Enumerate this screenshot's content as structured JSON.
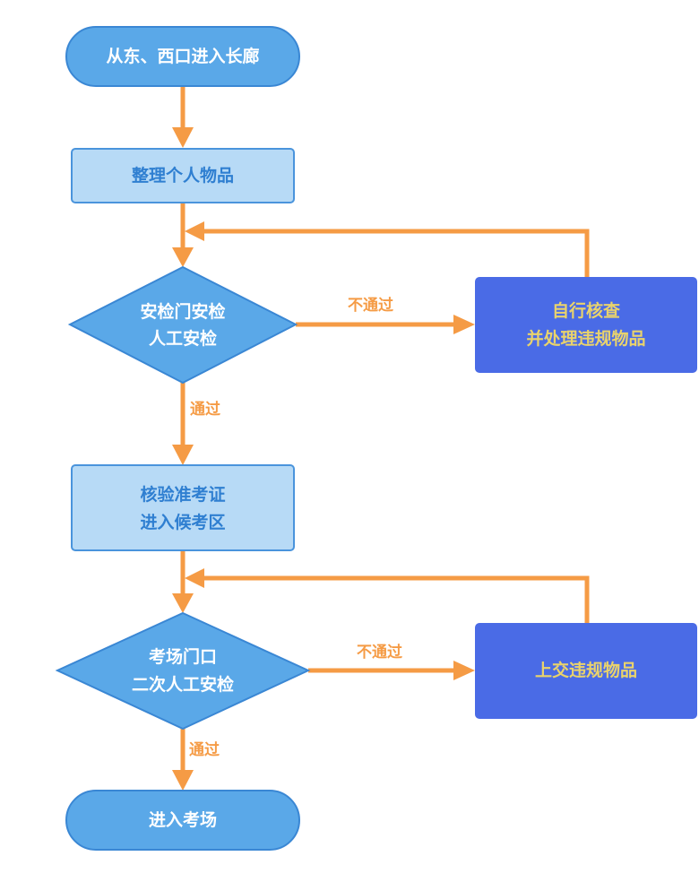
{
  "diagram": {
    "type": "flowchart",
    "colors": {
      "terminal_fill": "#5aa8e8",
      "terminal_stroke": "#3a87d4",
      "terminal_text": "#ffffff",
      "process_fill": "#b7daf6",
      "process_stroke": "#4a94dc",
      "process_text": "#2f7fd1",
      "decision_fill": "#5aa8e8",
      "decision_stroke": "#3a87d4",
      "decision_text": "#ffffff",
      "action_fill": "#4a6be6",
      "action_text": "#e9d36c",
      "arrow": "#f59b45",
      "edge_label": "#f59b45"
    },
    "nodes": [
      {
        "id": "start",
        "shape": "terminal",
        "lines": [
          "从东、西口进入长廊"
        ]
      },
      {
        "id": "organize",
        "shape": "process",
        "lines": [
          "整理个人物品"
        ]
      },
      {
        "id": "check1",
        "shape": "decision",
        "lines": [
          "安检门安检",
          "人工安检"
        ]
      },
      {
        "id": "fix1",
        "shape": "action",
        "lines": [
          "自行核查",
          "并处理违规物品"
        ]
      },
      {
        "id": "verify",
        "shape": "process",
        "lines": [
          "核验准考证",
          "进入候考区"
        ]
      },
      {
        "id": "check2",
        "shape": "decision",
        "lines": [
          "考场门口",
          "二次人工安检"
        ]
      },
      {
        "id": "fix2",
        "shape": "action",
        "lines": [
          "上交违规物品"
        ]
      },
      {
        "id": "end",
        "shape": "terminal",
        "lines": [
          "进入考场"
        ]
      }
    ],
    "edges": [
      {
        "from": "start",
        "to": "organize",
        "label": ""
      },
      {
        "from": "organize",
        "to": "check1",
        "label": ""
      },
      {
        "from": "check1",
        "to": "fix1",
        "label": "不通过"
      },
      {
        "from": "fix1",
        "to": "check1",
        "label": ""
      },
      {
        "from": "check1",
        "to": "verify",
        "label": "通过"
      },
      {
        "from": "verify",
        "to": "check2",
        "label": ""
      },
      {
        "from": "check2",
        "to": "fix2",
        "label": "不通过"
      },
      {
        "from": "fix2",
        "to": "check2",
        "label": ""
      },
      {
        "from": "check2",
        "to": "end",
        "label": "通过"
      }
    ]
  }
}
